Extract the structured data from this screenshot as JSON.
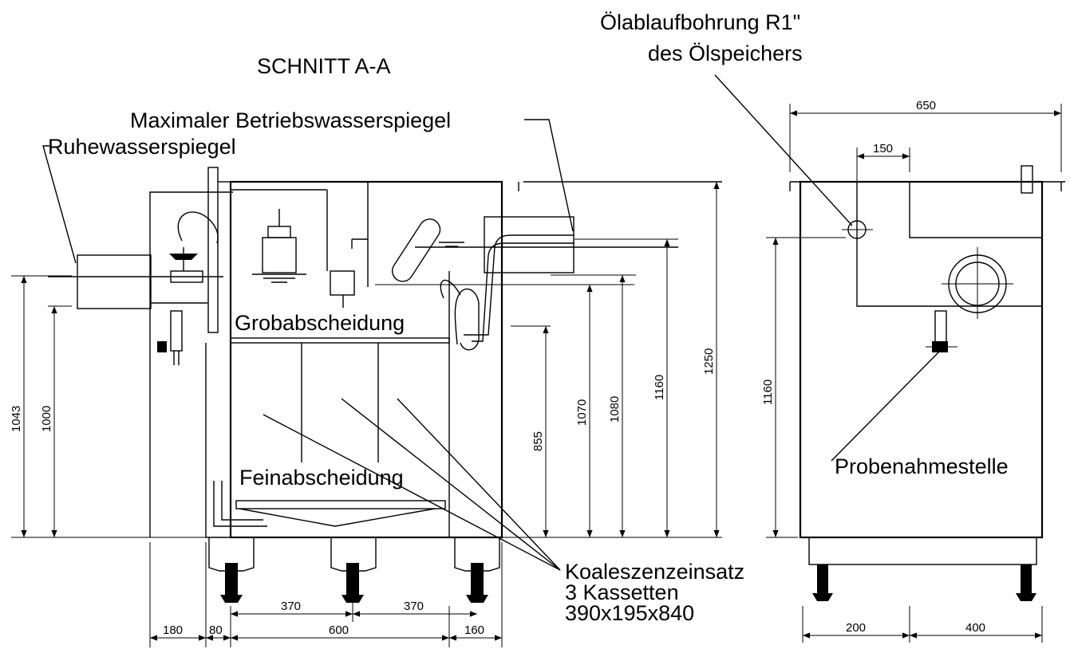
{
  "title": "SCHNITT A-A",
  "labels": {
    "max_water_level": "Maximaler Betriebswasserspiegel",
    "rest_water_level": "Ruhewasserspiegel",
    "coarse_separation": "Grobabscheidung",
    "fine_separation": "Feinabscheidung",
    "oil_drain_line1": "Ölablaufbohrung R1\"",
    "oil_drain_line2": "des Ölspeichers",
    "sampling_point": "Probenahmestelle",
    "coalescer_line1": "Koaleszenzeinsatz",
    "coalescer_line2": "3 Kassetten",
    "coalescer_line3": "390x195x840"
  },
  "dimensions": {
    "h_1043": "1043",
    "h_1000": "1000",
    "h_855": "855",
    "h_1070": "1070",
    "h_1080": "1080",
    "h_1160": "1160",
    "h_1250": "1250",
    "side_h_1160": "1160",
    "w_180": "180",
    "w_80": "80",
    "w_600": "600",
    "w_160": "160",
    "w_370a": "370",
    "w_370b": "370",
    "side_w_650": "650",
    "side_w_150": "150",
    "side_w_200": "200",
    "side_w_400": "400"
  }
}
